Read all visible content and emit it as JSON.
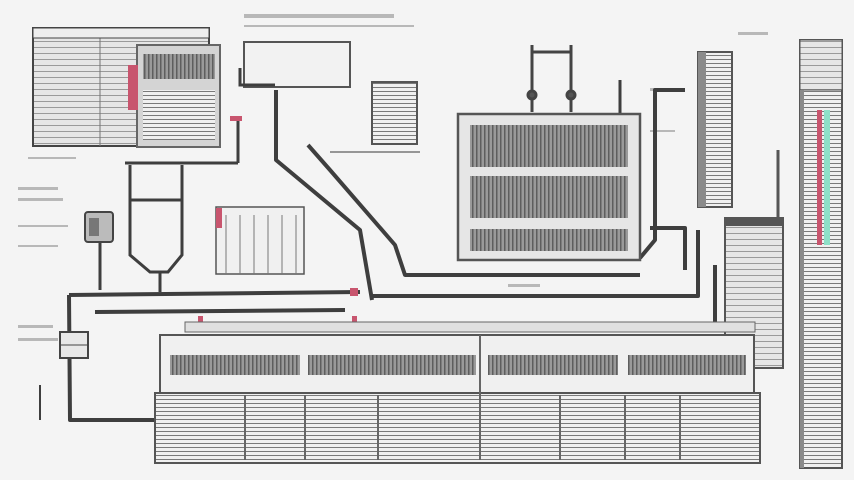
{
  "diagram": {
    "kind": "hvac-piping-schematic",
    "labels_legible": false,
    "colors": {
      "background": "#f4f4f4",
      "pipe": "#3e3e3e",
      "panel_fill": "#dcdcdc",
      "grille": "#8a8a8a",
      "accent_red": "#c8556e",
      "accent_teal": "#8ee0c8",
      "outline": "#555555"
    },
    "components": [
      {
        "id": "control-panel",
        "icon": "control-panel-icon"
      },
      {
        "id": "air-handler-top",
        "icon": "air-handler-icon"
      },
      {
        "id": "heat-exchanger",
        "icon": "heat-exchanger-icon"
      },
      {
        "id": "tall-column",
        "icon": "column-icon"
      },
      {
        "id": "gauge-tower",
        "icon": "gauge-icon"
      },
      {
        "id": "main-unit",
        "icon": "unit-icon"
      },
      {
        "id": "pump",
        "icon": "pump-icon"
      },
      {
        "id": "valve",
        "icon": "valve-icon"
      }
    ]
  }
}
